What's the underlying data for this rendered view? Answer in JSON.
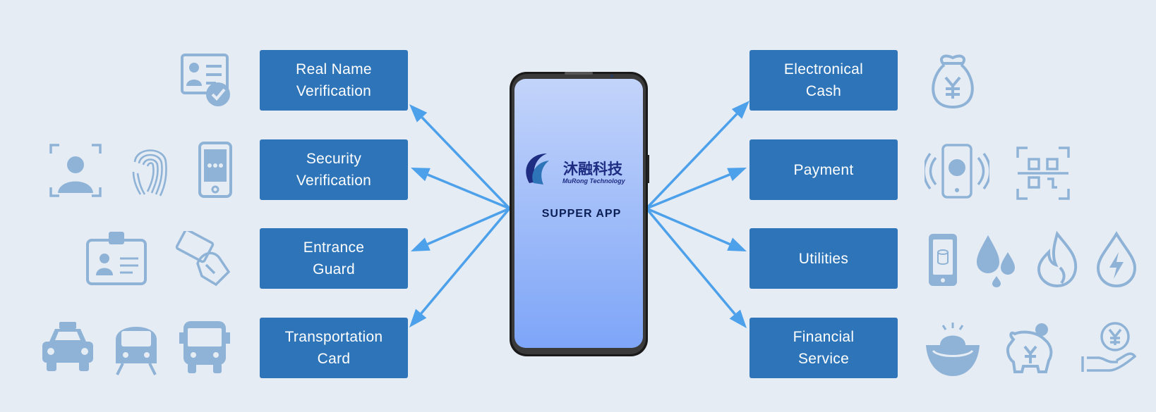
{
  "colors": {
    "background": "#e6ecf4",
    "box_fill": "#2e74b8",
    "box_text": "#ffffff",
    "arrow": "#4da0ea",
    "icon": "#8fb3d6",
    "phone_frame": "#1a1a1a",
    "screen_top": "#c3d4fa",
    "screen_bottom": "#7ea5f8",
    "brand": "#1e2c82"
  },
  "phone": {
    "logo_cn": "沐融科技",
    "logo_en": "MuRong Technology",
    "caption": "SUPPER APP"
  },
  "left_boxes": [
    {
      "line1": "Real Name",
      "line2": "Verification"
    },
    {
      "line1": "Security",
      "line2": "Verification"
    },
    {
      "line1": "Entrance",
      "line2": "Guard"
    },
    {
      "line1": "Transportation",
      "line2": "Card"
    }
  ],
  "right_boxes": [
    {
      "line1": "Electronical",
      "line2": "Cash"
    },
    {
      "line1": "Payment",
      "line2": ""
    },
    {
      "line1": "Utilities",
      "line2": ""
    },
    {
      "line1": "Financial",
      "line2": "Service"
    }
  ],
  "icons": {
    "row1_left": [
      "id-card-verified-icon"
    ],
    "row2_left": [
      "face-scan-icon",
      "fingerprint-icon",
      "phone-code-icon"
    ],
    "row3_left": [
      "employee-badge-icon",
      "card-swipe-icon"
    ],
    "row4_left": [
      "taxi-icon",
      "train-icon",
      "bus-icon"
    ],
    "row1_right": [
      "money-bag-icon"
    ],
    "row2_right": [
      "nfc-payment-icon",
      "qr-code-icon"
    ],
    "row3_right": [
      "gas-meter-icon",
      "water-icon",
      "fire-icon",
      "electricity-icon"
    ],
    "row4_right": [
      "gold-ingot-icon",
      "piggy-bank-icon",
      "hand-coin-icon"
    ]
  }
}
